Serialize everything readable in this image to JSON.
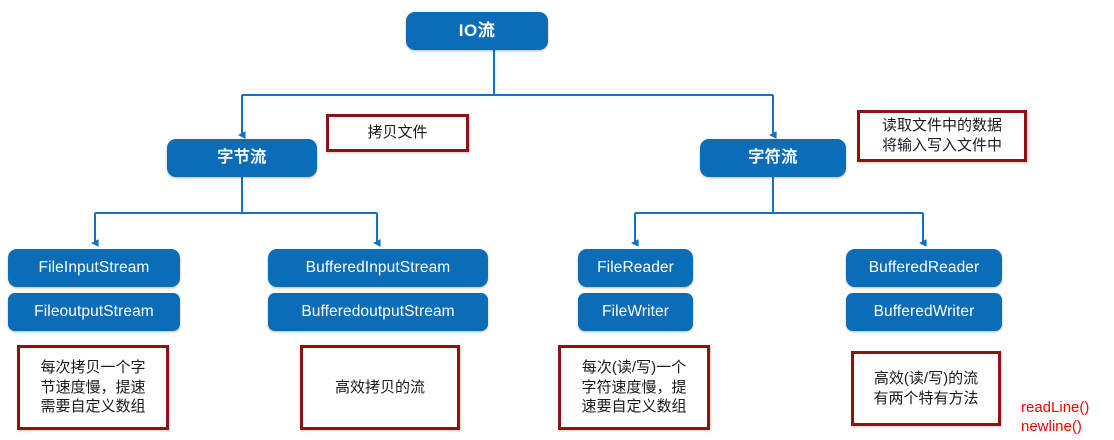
{
  "diagram": {
    "title": "IO流",
    "accent_blue": "#0b6cb8",
    "note_border": "#8a1414",
    "red_text_color": "#fe0000",
    "root": {
      "label": "IO流"
    },
    "branches": [
      {
        "label": "字节流"
      },
      {
        "label": "字符流"
      }
    ],
    "groups": [
      {
        "top": "FileInputStream",
        "bottom": "FileoutputStream"
      },
      {
        "top": "BufferedInputStream",
        "bottom": "BufferedoutputStream"
      },
      {
        "top": "FileReader",
        "bottom": "FileWriter"
      },
      {
        "top": "BufferedReader",
        "bottom": "BufferedWriter"
      }
    ],
    "notes": [
      {
        "name": "note-copy-file",
        "text": "拷贝文件"
      },
      {
        "name": "note-read-write-file",
        "text": "读取文件中的数据\n将输入写入文件中"
      },
      {
        "name": "note-byte-slow",
        "text": "每次拷贝一个字\n节速度慢，提速\n需要自定义数组"
      },
      {
        "name": "note-buffered-fast",
        "text": "高效拷贝的流"
      },
      {
        "name": "note-char-slow",
        "text": "每次(读/写)一个\n字符速度慢，提\n速要自定义数组"
      },
      {
        "name": "note-buffered-methods",
        "text": "高效(读/写)的流\n有两个特有方法"
      }
    ],
    "annotation_methods": "readLine()\nnewline()"
  }
}
